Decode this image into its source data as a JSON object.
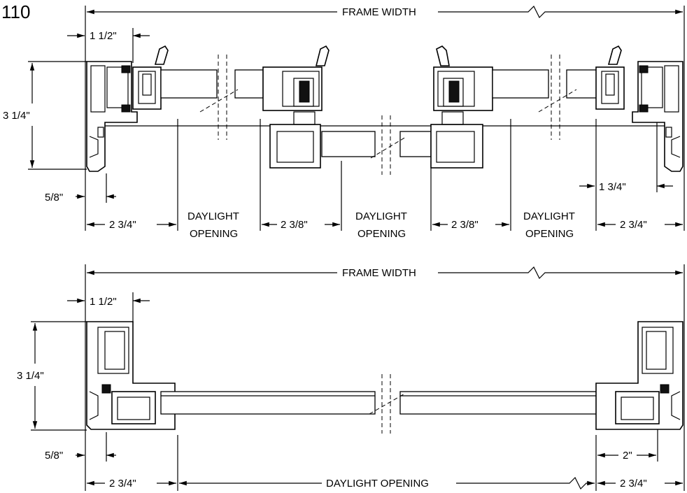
{
  "page_number": "110",
  "top_view": {
    "frame_width_label": "FRAME WIDTH",
    "dim_1_1_2": "1 1/2\"",
    "dim_3_1_4": "3 1/4\"",
    "dim_5_8": "5/8\"",
    "dim_1_3_4": "1 3/4\"",
    "bottom_dims": {
      "left": "2 3/4\"",
      "mid_left": "2 3/8\"",
      "mid_right": "2 3/8\"",
      "right": "2 3/4\""
    },
    "daylight": [
      "DAYLIGHT",
      "OPENING"
    ]
  },
  "bottom_view": {
    "frame_width_label": "FRAME WIDTH",
    "dim_1_1_2": "1 1/2\"",
    "dim_3_1_4": "3 1/4\"",
    "dim_5_8": "5/8\"",
    "dim_2": "2\"",
    "left": "2 3/4\"",
    "daylight_opening": "DAYLIGHT OPENING",
    "right": "2 3/4\""
  }
}
